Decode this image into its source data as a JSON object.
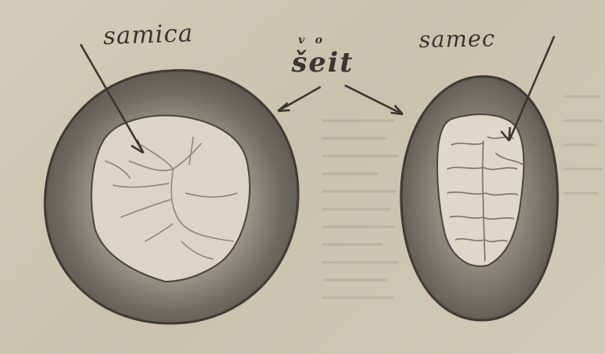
{
  "labels": {
    "left": "samica",
    "center_mark": "v o",
    "center": "šeit",
    "right": "samec"
  },
  "colors": {
    "paper": "#cfc8b4",
    "ring": "#6e6a60",
    "ring_dark": "#3f3c36",
    "inner": "#d9d4c6",
    "ink": "#3a3630"
  }
}
